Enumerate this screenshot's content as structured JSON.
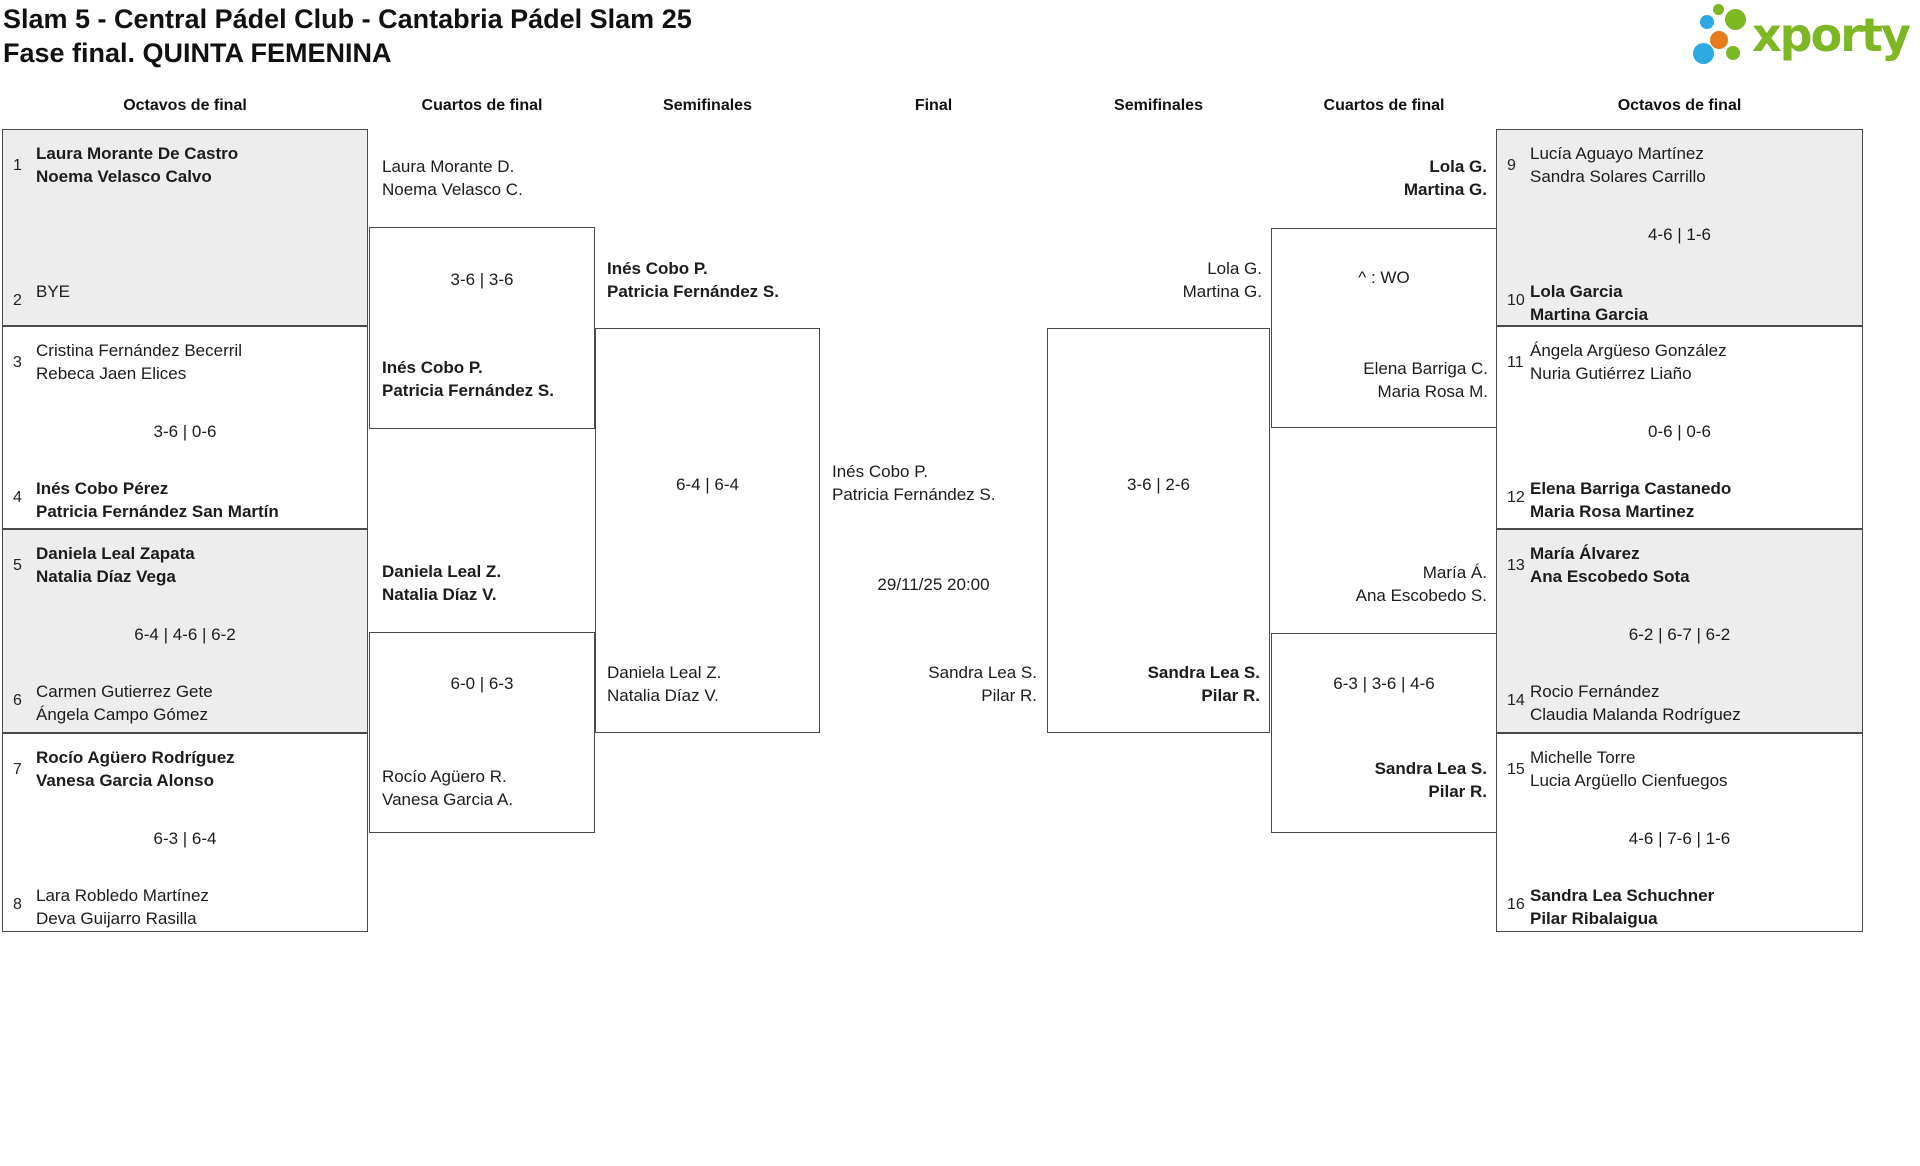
{
  "header": {
    "title_line1": "Slam 5 - Central Pádel Club - Cantabria Pádel Slam 25",
    "title_line2": "Fase final. QUINTA FEMENINA",
    "logo_text": "xporty"
  },
  "colors": {
    "logo_green": "#7db724",
    "logo_blue": "#2ba9e0",
    "logo_orange": "#e87a1e",
    "box_shaded": "#ededed",
    "box_border": "#4b4b4b",
    "text": "#1c1c1c"
  },
  "round_headers": [
    {
      "label": "Octavos de final"
    },
    {
      "label": "Cuartos de final"
    },
    {
      "label": "Semifinales"
    },
    {
      "label": "Final"
    },
    {
      "label": "Semifinales"
    },
    {
      "label": "Cuartos de final"
    },
    {
      "label": "Octavos de final"
    }
  ],
  "octavos": [
    {
      "seed_top": "1",
      "top": [
        "Laura Morante De Castro",
        "Noema Velasco Calvo"
      ],
      "score": "",
      "seed_bottom": "2",
      "bottom": [
        "BYE",
        ""
      ]
    },
    {
      "seed_top": "3",
      "top": [
        "Cristina Fernández Becerril",
        "Rebeca Jaen Elices"
      ],
      "score": "3-6 | 0-6",
      "seed_bottom": "4",
      "bottom": [
        "Inés Cobo Pérez",
        "Patricia Fernández San Martín"
      ]
    },
    {
      "seed_top": "5",
      "top": [
        "Daniela Leal Zapata",
        "Natalia Díaz Vega"
      ],
      "score": "6-4 | 4-6 | 6-2",
      "seed_bottom": "6",
      "bottom": [
        "Carmen Gutierrez Gete",
        "Ángela Campo Gómez"
      ]
    },
    {
      "seed_top": "7",
      "top": [
        "Rocío Agüero Rodríguez",
        "Vanesa Garcia Alonso"
      ],
      "score": "6-3 | 6-4",
      "seed_bottom": "8",
      "bottom": [
        "Lara Robledo Martínez",
        "Deva Guijarro Rasilla"
      ]
    },
    {
      "seed_top": "9",
      "top": [
        "Lucía Aguayo Martínez",
        "Sandra Solares Carrillo"
      ],
      "score": "4-6 | 1-6",
      "seed_bottom": "10",
      "bottom": [
        "Lola Garcia",
        "Martina Garcia"
      ]
    },
    {
      "seed_top": "11",
      "top": [
        "Ángela Argüeso González",
        "Nuria Gutiérrez Liaño"
      ],
      "score": "0-6 | 0-6",
      "seed_bottom": "12",
      "bottom": [
        "Elena Barriga Castanedo",
        "Maria Rosa Martinez"
      ]
    },
    {
      "seed_top": "13",
      "top": [
        "María Álvarez",
        "Ana Escobedo Sota"
      ],
      "score": "6-2 | 6-7 | 6-2",
      "seed_bottom": "14",
      "bottom": [
        "Rocio Fernández",
        "Claudia Malanda Rodríguez"
      ]
    },
    {
      "seed_top": "15",
      "top": [
        "Michelle Torre",
        "Lucia Argüello Cienfuegos"
      ],
      "score": "4-6 | 7-6 | 1-6",
      "seed_bottom": "16",
      "bottom": [
        "Sandra Lea Schuchner",
        "Pilar Ribalaigua"
      ]
    }
  ],
  "cuartos": [
    {
      "teamA": [
        "Laura Morante D.",
        "Noema Velasco C."
      ],
      "score": "3-6 | 3-6",
      "teamB": [
        "Inés Cobo P.",
        "Patricia Fernández S."
      ]
    },
    {
      "teamA": [
        "Daniela Leal Z.",
        "Natalia Díaz V."
      ],
      "score": "6-0 | 6-3",
      "teamB": [
        "Rocío Agüero R.",
        "Vanesa Garcia A."
      ]
    },
    {
      "teamA": [
        "Lola G.",
        "Martina G."
      ],
      "score": "^ : WO",
      "teamB": [
        "Elena Barriga C.",
        "Maria Rosa M."
      ]
    },
    {
      "teamA": [
        "María Á.",
        "Ana Escobedo S."
      ],
      "score": "6-3 | 3-6 | 4-6",
      "teamB": [
        "Sandra Lea S.",
        "Pilar R."
      ]
    }
  ],
  "semifinales": [
    {
      "teamA": [
        "Inés Cobo P.",
        "Patricia Fernández S."
      ],
      "score": "6-4 | 6-4",
      "teamB": [
        "Daniela Leal Z.",
        "Natalia Díaz V."
      ]
    },
    {
      "teamA": [
        "Lola G.",
        "Martina G."
      ],
      "score": "3-6 | 2-6",
      "teamB": [
        "Sandra Lea S.",
        "Pilar R."
      ]
    }
  ],
  "final": {
    "teamA": [
      "Inés Cobo P.",
      "Patricia Fernández S."
    ],
    "datetime": "29/11/25 20:00",
    "teamB": [
      "Sandra Lea S.",
      "Pilar R."
    ]
  }
}
